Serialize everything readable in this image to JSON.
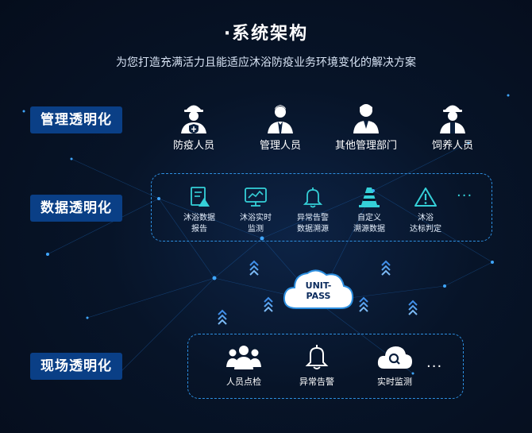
{
  "header": {
    "title": "·系统架构",
    "subtitle": "为您打造充满活力且能适应沐浴防疫业务环境变化的解决方案"
  },
  "rows": {
    "management": "管理透明化",
    "data": "数据透明化",
    "field": "现场透明化"
  },
  "personnel": [
    {
      "label": "防疫人员",
      "icon": "worker-shield-icon"
    },
    {
      "label": "管理人员",
      "icon": "manager-icon"
    },
    {
      "label": "其他管理部门",
      "icon": "department-icon"
    },
    {
      "label": "饲养人员",
      "icon": "breeder-icon"
    }
  ],
  "data_items": [
    {
      "line1": "沐浴数据",
      "line2": "报告",
      "icon": "report-icon"
    },
    {
      "line1": "沐浴实时",
      "line2": "监测",
      "icon": "monitor-icon"
    },
    {
      "line1": "异常告警",
      "line2": "数据溯源",
      "icon": "bell-icon"
    },
    {
      "line1": "自定义",
      "line2": "溯源数据",
      "icon": "traffic-cone-icon"
    },
    {
      "line1": "沐浴",
      "line2": "达标判定",
      "icon": "warning-icon"
    }
  ],
  "data_more": "···",
  "cloud_text": {
    "line1": "UNIT-",
    "line2": "PASS"
  },
  "field_items": [
    {
      "label": "人员点检",
      "icon": "group-icon"
    },
    {
      "label": "异常告警",
      "icon": "bell-icon"
    },
    {
      "label": "实时监测",
      "icon": "cloud-search-icon"
    }
  ],
  "field_more": "...",
  "colors": {
    "accent": "#2d8fe0",
    "label_bg": "#0a3f86",
    "icon_cyan": "#35d0d8",
    "background": "#071428"
  }
}
